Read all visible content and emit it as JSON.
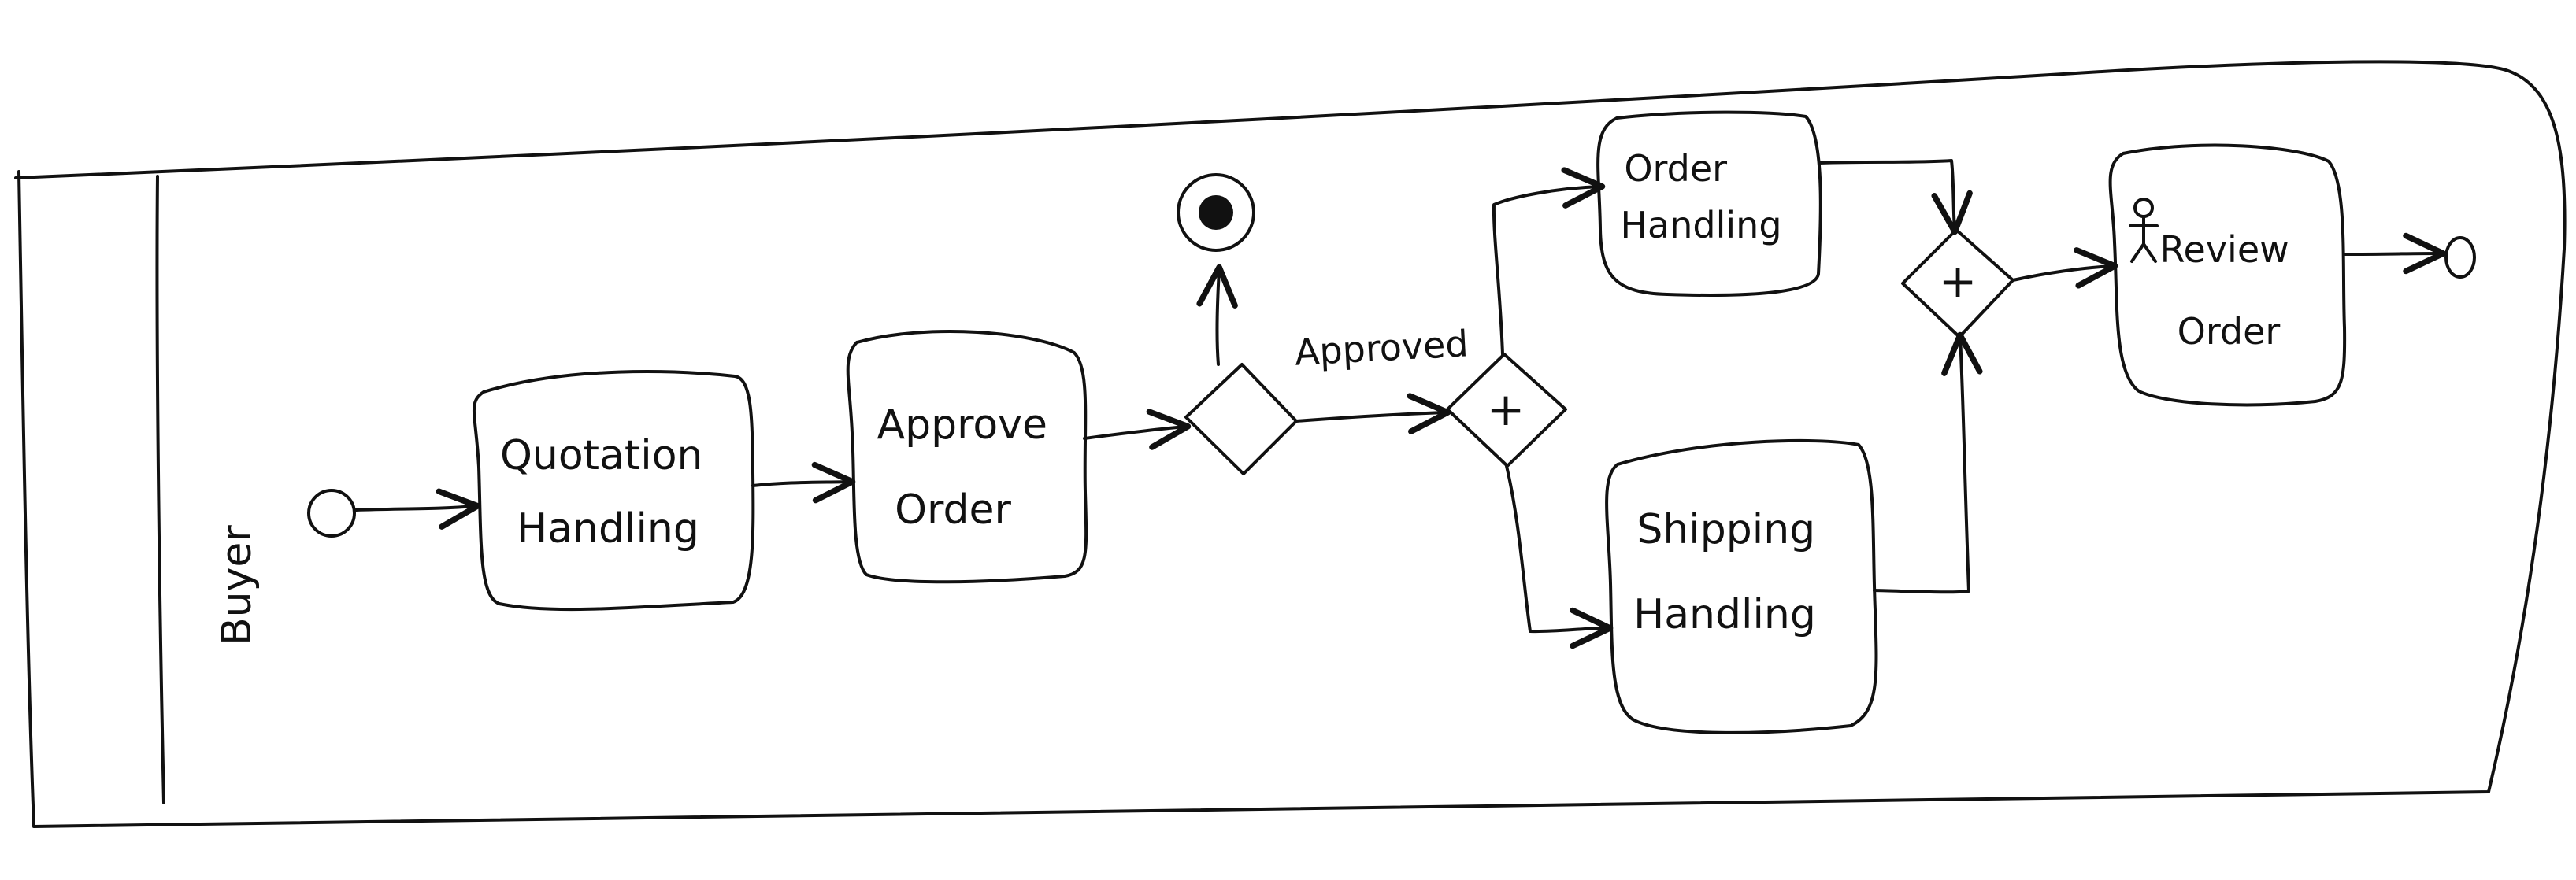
{
  "diagram": {
    "lane": {
      "name": "Buyer"
    },
    "tasks": {
      "quotation_handling": [
        "Quotation",
        "Handling"
      ],
      "approve_order": [
        "Approve",
        "Order"
      ],
      "order_handling": [
        "Order",
        "Handling"
      ],
      "shipping_handling": [
        "Shipping",
        "Handling"
      ],
      "review_order": [
        "Review",
        "Order"
      ]
    },
    "edges": {
      "approved_label": "Approved"
    },
    "gateways": {
      "parallel_split_marker": "+",
      "parallel_join_marker": "+"
    },
    "icons": {
      "start_event": "start-event-icon",
      "terminate_end_event": "terminate-end-event-icon",
      "end_event": "end-event-icon",
      "user_task": "user-task-icon"
    },
    "colors": {
      "ink": "#111111",
      "paper": "#ffffff"
    }
  }
}
